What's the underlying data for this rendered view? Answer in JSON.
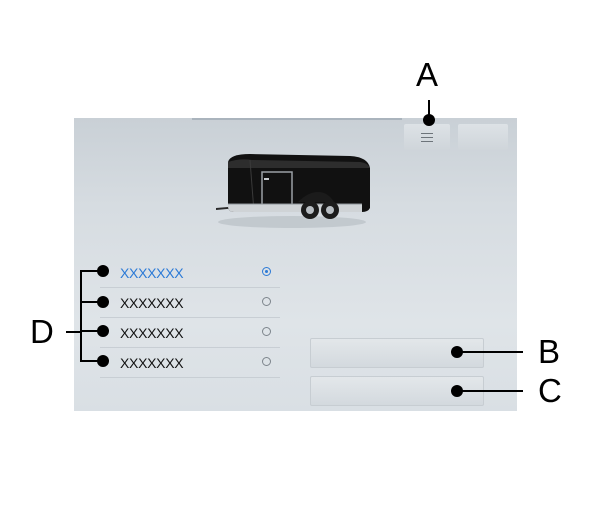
{
  "menu_button": {
    "icon": "hamburger-menu-icon"
  },
  "options": [
    {
      "label": "XXXXXXX",
      "selected": true
    },
    {
      "label": "XXXXXXX",
      "selected": false
    },
    {
      "label": "XXXXXXX",
      "selected": false
    },
    {
      "label": "XXXXXXX",
      "selected": false
    }
  ],
  "image": {
    "icon": "enclosed-trailer-image"
  },
  "callouts": {
    "a": "A",
    "b": "B",
    "c": "C",
    "d": "D"
  },
  "colors": {
    "selected": "#2c7ad6",
    "background": "#d9dfe4"
  }
}
